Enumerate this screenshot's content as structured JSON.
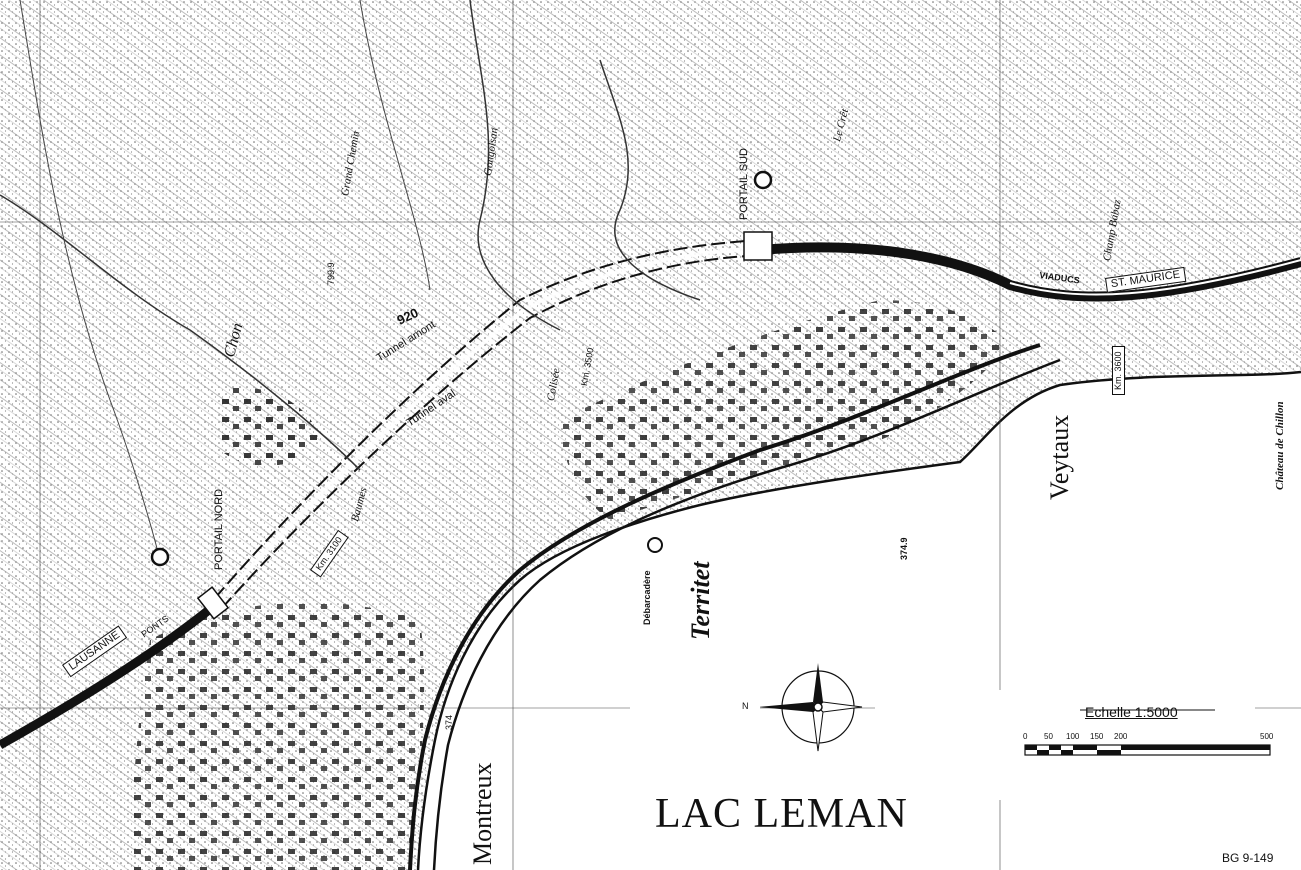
{
  "labels": {
    "lake": "LAC LEMAN",
    "montreux": "Montreux",
    "territet": "Territet",
    "veytaux": "Veytaux",
    "chillon": "Château de Chillon",
    "debarcadere": "Débarcadère",
    "portail_nord": "PORTAIL NORD",
    "portail_sud": "PORTAIL SUD",
    "tunnel_amont": "Tunnel amont",
    "tunnel_aval": "Tunnel aval",
    "lausanne": "LAUSANNE",
    "st_maurice": "ST. MAURICE",
    "viaducs": "VIADUCS",
    "ponts": "PONTS",
    "gongolsan": "Gongolsan",
    "chon": "Chon",
    "grand_chemin": "Grand Chemin",
    "baumes": "Baumes",
    "coliseum": "Colisée",
    "champ_babaz": "Champ Babaz",
    "crez": "Le Crêt"
  },
  "numbers": {
    "alt_920": "920",
    "alt_3749": "374.9",
    "alt_374": "374",
    "alt_7999": "799.9",
    "km_3500": "Km. 3500",
    "km_3600": "Km. 3600",
    "km_3100": "Km. 3100"
  },
  "scale": {
    "title": "Echelle 1:5000",
    "ticks": [
      "0",
      "50",
      "100",
      "150",
      "200",
      "500"
    ]
  },
  "compass": {
    "north": "N"
  },
  "ref": "BG 9-149",
  "colors": {
    "ink": "#111111",
    "paper": "#ffffff",
    "contour": "#8a8a8a"
  }
}
